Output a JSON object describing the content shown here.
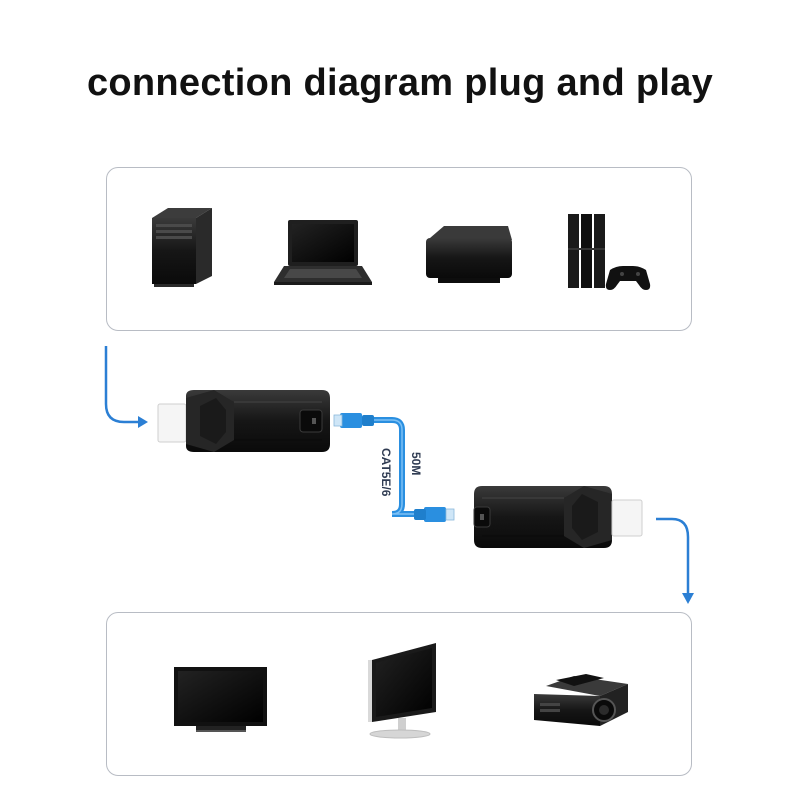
{
  "title": "connection diagram plug and play",
  "sources": [
    {
      "name": "desktop-pc-icon"
    },
    {
      "name": "laptop-icon"
    },
    {
      "name": "set-top-box-icon"
    },
    {
      "name": "game-console-icon"
    }
  ],
  "displays": [
    {
      "name": "tv-icon"
    },
    {
      "name": "monitor-icon"
    },
    {
      "name": "projector-icon"
    }
  ],
  "cable": {
    "length_label": "50M",
    "type_label": "CAT5E/6"
  },
  "colors": {
    "arrow": "#2b7fd4",
    "cable": "#2a8fe0",
    "device": "#141414"
  }
}
